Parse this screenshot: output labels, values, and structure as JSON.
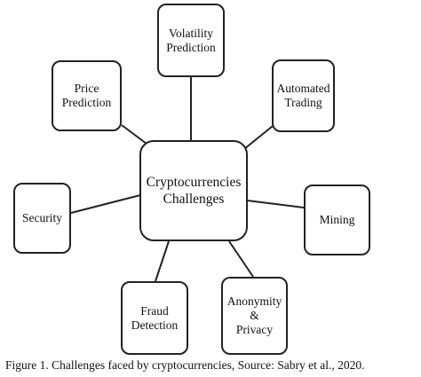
{
  "diagram": {
    "center": {
      "lines": [
        "Cryptocurrencies",
        "Challenges"
      ]
    },
    "nodes": [
      {
        "id": "volatility-prediction",
        "lines": [
          "Volatility",
          "Prediction"
        ]
      },
      {
        "id": "automated-trading",
        "lines": [
          "Automated",
          "Trading"
        ]
      },
      {
        "id": "mining",
        "lines": [
          "Mining"
        ]
      },
      {
        "id": "anonymity-privacy",
        "lines": [
          "Anonymity",
          "&",
          "Privacy"
        ]
      },
      {
        "id": "fraud-detection",
        "lines": [
          "Fraud",
          "Detection"
        ]
      },
      {
        "id": "security",
        "lines": [
          "Security"
        ]
      },
      {
        "id": "price-prediction",
        "lines": [
          "Price",
          "Prediction"
        ]
      }
    ],
    "caption": "Figure 1. Challenges faced by cryptocurrencies, Source: Sabry et al., 2020."
  }
}
